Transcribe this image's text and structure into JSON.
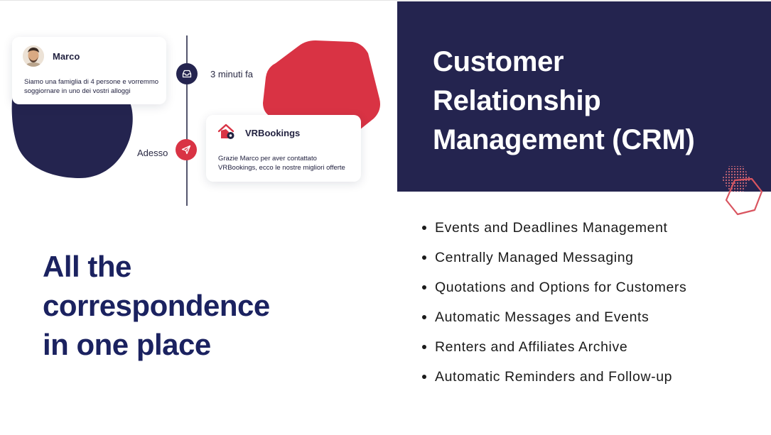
{
  "colors": {
    "navy": "#24244f",
    "headline_navy": "#1b2260",
    "accent_red": "#d93344",
    "white": "#ffffff"
  },
  "conversation": {
    "customer_card": {
      "name": "Marco",
      "message": "Siamo una famiglia di 4 persone e vorremmo soggiornare in uno dei vostri alloggi"
    },
    "customer_time": "3 minuti fa",
    "reply_card": {
      "name": "VRBookings",
      "message": "Grazie Marco per aver contattato VRBookings, ecco le nostre migliori offerte"
    },
    "reply_time": "Adesso",
    "icons": [
      "avatar",
      "inbox-icon",
      "send-icon",
      "house-gear-icon"
    ]
  },
  "headline": "All the\ncorrespondence\nin one place",
  "panel": {
    "title": "Customer\nRelationship\nManagement (CRM)"
  },
  "features": [
    "Events and Deadlines Management",
    "Centrally Managed Messaging",
    "Quotations and Options for Customers",
    "Automatic Messages and Events",
    "Renters and Affiliates Archive",
    "Automatic Reminders and Follow-up"
  ]
}
